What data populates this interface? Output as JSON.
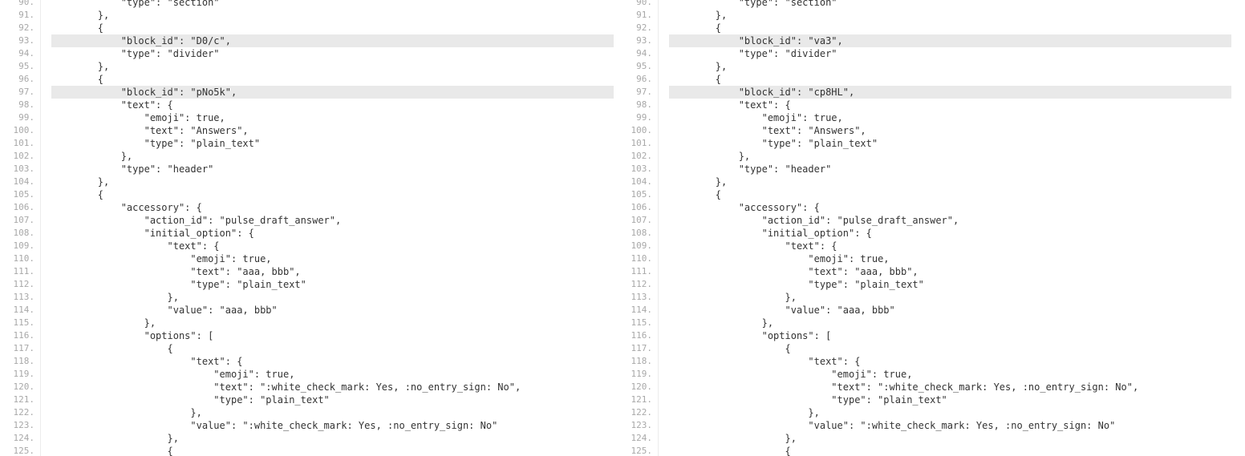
{
  "left_pane": {
    "lines": [
      {
        "n": "90.",
        "t": "            \"type\": \"section\"",
        "hl": false
      },
      {
        "n": "91.",
        "t": "        },",
        "hl": false
      },
      {
        "n": "92.",
        "t": "        {",
        "hl": false
      },
      {
        "n": "93.",
        "t": "            \"block_id\": \"D0/c\",",
        "hl": true
      },
      {
        "n": "94.",
        "t": "            \"type\": \"divider\"",
        "hl": false
      },
      {
        "n": "95.",
        "t": "        },",
        "hl": false
      },
      {
        "n": "96.",
        "t": "        {",
        "hl": false
      },
      {
        "n": "97.",
        "t": "            \"block_id\": \"pNo5k\",",
        "hl": true
      },
      {
        "n": "98.",
        "t": "            \"text\": {",
        "hl": false
      },
      {
        "n": "99.",
        "t": "                \"emoji\": true,",
        "hl": false
      },
      {
        "n": "100.",
        "t": "                \"text\": \"Answers\",",
        "hl": false
      },
      {
        "n": "101.",
        "t": "                \"type\": \"plain_text\"",
        "hl": false
      },
      {
        "n": "102.",
        "t": "            },",
        "hl": false
      },
      {
        "n": "103.",
        "t": "            \"type\": \"header\"",
        "hl": false
      },
      {
        "n": "104.",
        "t": "        },",
        "hl": false
      },
      {
        "n": "105.",
        "t": "        {",
        "hl": false
      },
      {
        "n": "106.",
        "t": "            \"accessory\": {",
        "hl": false
      },
      {
        "n": "107.",
        "t": "                \"action_id\": \"pulse_draft_answer\",",
        "hl": false
      },
      {
        "n": "108.",
        "t": "                \"initial_option\": {",
        "hl": false
      },
      {
        "n": "109.",
        "t": "                    \"text\": {",
        "hl": false
      },
      {
        "n": "110.",
        "t": "                        \"emoji\": true,",
        "hl": false
      },
      {
        "n": "111.",
        "t": "                        \"text\": \"aaa, bbb\",",
        "hl": false
      },
      {
        "n": "112.",
        "t": "                        \"type\": \"plain_text\"",
        "hl": false
      },
      {
        "n": "113.",
        "t": "                    },",
        "hl": false
      },
      {
        "n": "114.",
        "t": "                    \"value\": \"aaa, bbb\"",
        "hl": false
      },
      {
        "n": "115.",
        "t": "                },",
        "hl": false
      },
      {
        "n": "116.",
        "t": "                \"options\": [",
        "hl": false
      },
      {
        "n": "117.",
        "t": "                    {",
        "hl": false
      },
      {
        "n": "118.",
        "t": "                        \"text\": {",
        "hl": false
      },
      {
        "n": "119.",
        "t": "                            \"emoji\": true,",
        "hl": false
      },
      {
        "n": "120.",
        "t": "                            \"text\": \":white_check_mark: Yes, :no_entry_sign: No\",",
        "hl": false
      },
      {
        "n": "121.",
        "t": "                            \"type\": \"plain_text\"",
        "hl": false
      },
      {
        "n": "122.",
        "t": "                        },",
        "hl": false
      },
      {
        "n": "123.",
        "t": "                        \"value\": \":white_check_mark: Yes, :no_entry_sign: No\"",
        "hl": false
      },
      {
        "n": "124.",
        "t": "                    },",
        "hl": false
      },
      {
        "n": "125.",
        "t": "                    {",
        "hl": false
      }
    ]
  },
  "right_pane": {
    "lines": [
      {
        "n": "90.",
        "t": "            \"type\": \"section\"",
        "hl": false
      },
      {
        "n": "91.",
        "t": "        },",
        "hl": false
      },
      {
        "n": "92.",
        "t": "        {",
        "hl": false
      },
      {
        "n": "93.",
        "t": "            \"block_id\": \"va3\",",
        "hl": true
      },
      {
        "n": "94.",
        "t": "            \"type\": \"divider\"",
        "hl": false
      },
      {
        "n": "95.",
        "t": "        },",
        "hl": false
      },
      {
        "n": "96.",
        "t": "        {",
        "hl": false
      },
      {
        "n": "97.",
        "t": "            \"block_id\": \"cp8HL\",",
        "hl": true
      },
      {
        "n": "98.",
        "t": "            \"text\": {",
        "hl": false
      },
      {
        "n": "99.",
        "t": "                \"emoji\": true,",
        "hl": false
      },
      {
        "n": "100.",
        "t": "                \"text\": \"Answers\",",
        "hl": false
      },
      {
        "n": "101.",
        "t": "                \"type\": \"plain_text\"",
        "hl": false
      },
      {
        "n": "102.",
        "t": "            },",
        "hl": false
      },
      {
        "n": "103.",
        "t": "            \"type\": \"header\"",
        "hl": false
      },
      {
        "n": "104.",
        "t": "        },",
        "hl": false
      },
      {
        "n": "105.",
        "t": "        {",
        "hl": false
      },
      {
        "n": "106.",
        "t": "            \"accessory\": {",
        "hl": false
      },
      {
        "n": "107.",
        "t": "                \"action_id\": \"pulse_draft_answer\",",
        "hl": false
      },
      {
        "n": "108.",
        "t": "                \"initial_option\": {",
        "hl": false
      },
      {
        "n": "109.",
        "t": "                    \"text\": {",
        "hl": false
      },
      {
        "n": "110.",
        "t": "                        \"emoji\": true,",
        "hl": false
      },
      {
        "n": "111.",
        "t": "                        \"text\": \"aaa, bbb\",",
        "hl": false
      },
      {
        "n": "112.",
        "t": "                        \"type\": \"plain_text\"",
        "hl": false
      },
      {
        "n": "113.",
        "t": "                    },",
        "hl": false
      },
      {
        "n": "114.",
        "t": "                    \"value\": \"aaa, bbb\"",
        "hl": false
      },
      {
        "n": "115.",
        "t": "                },",
        "hl": false
      },
      {
        "n": "116.",
        "t": "                \"options\": [",
        "hl": false
      },
      {
        "n": "117.",
        "t": "                    {",
        "hl": false
      },
      {
        "n": "118.",
        "t": "                        \"text\": {",
        "hl": false
      },
      {
        "n": "119.",
        "t": "                            \"emoji\": true,",
        "hl": false
      },
      {
        "n": "120.",
        "t": "                            \"text\": \":white_check_mark: Yes, :no_entry_sign: No\",",
        "hl": false
      },
      {
        "n": "121.",
        "t": "                            \"type\": \"plain_text\"",
        "hl": false
      },
      {
        "n": "122.",
        "t": "                        },",
        "hl": false
      },
      {
        "n": "123.",
        "t": "                        \"value\": \":white_check_mark: Yes, :no_entry_sign: No\"",
        "hl": false
      },
      {
        "n": "124.",
        "t": "                    },",
        "hl": false
      },
      {
        "n": "125.",
        "t": "                    {",
        "hl": false
      }
    ]
  },
  "colors": {
    "highlight": "#e9e9e9",
    "line_number": "#a8a8a8",
    "code_text": "#333333",
    "gutter_border": "#ececec"
  }
}
